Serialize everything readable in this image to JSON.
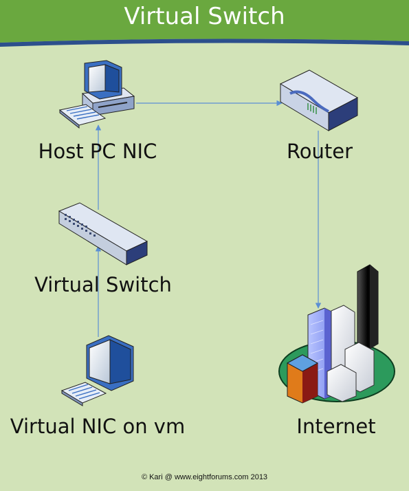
{
  "title": "Virtual Switch",
  "nodes": {
    "host_pc": "Host PC NIC",
    "router": "Router",
    "virtual_switch": "Virtual Switch",
    "vm_nic": "Virtual NIC on vm",
    "internet": "Internet"
  },
  "icons": {
    "host_pc": "desktop-computer-icon",
    "router": "router-icon",
    "virtual_switch": "network-switch-icon",
    "vm_nic": "computer-icon",
    "internet": "city-buildings-icon"
  },
  "colors": {
    "header_green": "#6aa83f",
    "header_stripe": "#2c4f8c",
    "background": "#d2e3b8",
    "connector": "#5b8fd4"
  },
  "copyright": "© Kari @ www.eightforums.com 2013"
}
